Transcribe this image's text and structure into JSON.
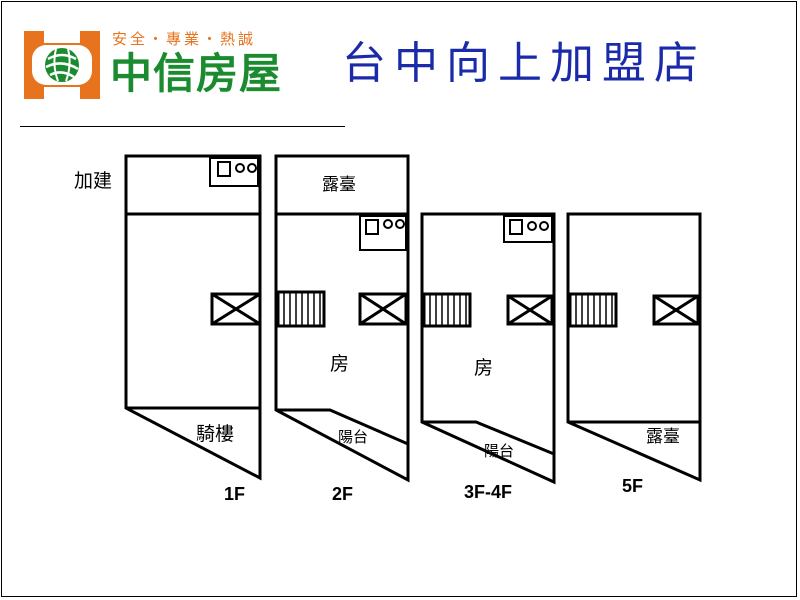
{
  "logo": {
    "slogan": "安全・專業・熱誠",
    "name": "中信房屋",
    "colors": {
      "orange": "#e8731e",
      "green": "#1b8b2f"
    },
    "icon": "globe-logo-icon"
  },
  "store_title": "台中向上加盟店",
  "plans": {
    "f1": {
      "extension_label": "加建",
      "arcade_label": "騎樓",
      "floor_label": "1F"
    },
    "f2": {
      "terrace_label": "露臺",
      "room_label": "房",
      "balcony_label": "陽台",
      "floor_label": "2F"
    },
    "f34": {
      "room_label": "房",
      "balcony_label": "陽台",
      "floor_label": "3F-4F"
    },
    "f5": {
      "terrace_label": "露臺",
      "floor_label": "5F"
    }
  },
  "colors": {
    "title_blue": "#1a2aa8",
    "line": "#000000"
  }
}
